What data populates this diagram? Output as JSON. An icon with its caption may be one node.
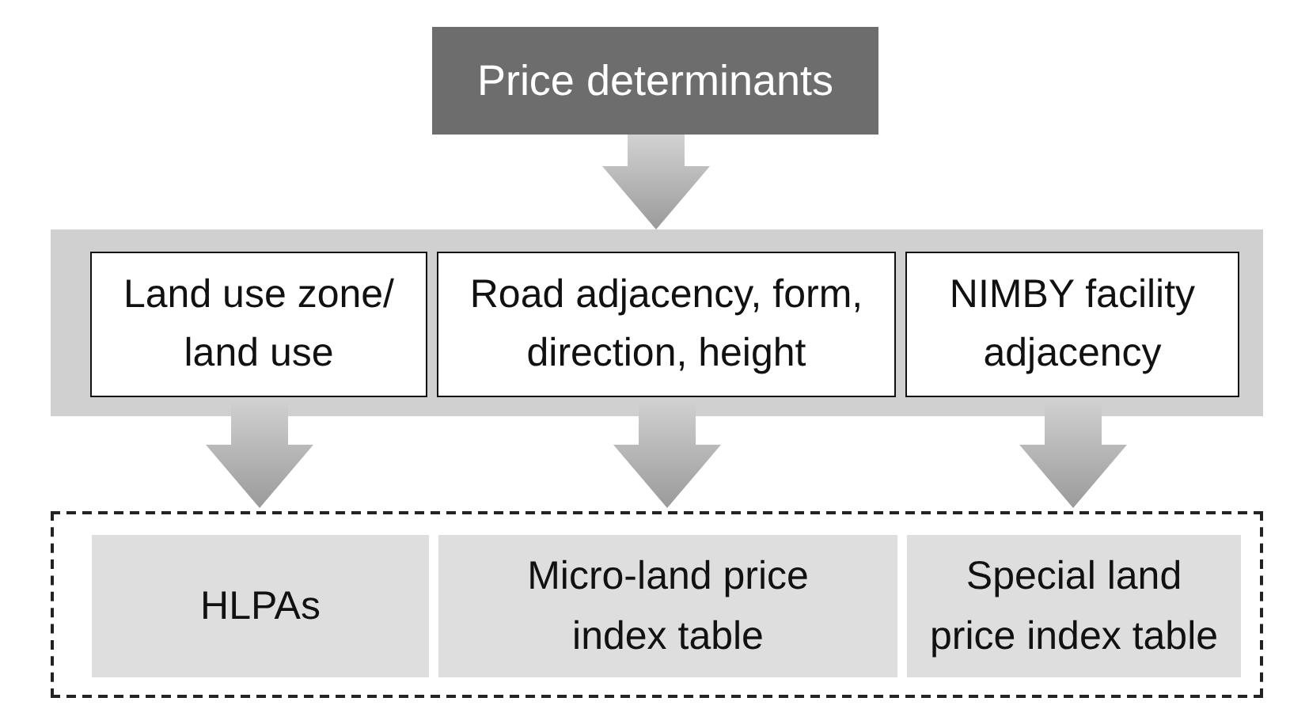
{
  "diagram": {
    "nodes": [
      {
        "text": [
          "Price determinants"
        ]
      },
      {
        "text": [],
        "shape": "box"
      },
      {
        "text": [
          "Land use zone/ land use"
        ],
        "in": 1
      },
      {
        "text": [
          "Road adjacency, form, direction, height"
        ],
        "in": 1
      },
      {
        "text": [
          "NIMBY facility adjacency"
        ],
        "in": 1
      },
      {
        "text": [],
        "shape": "box"
      },
      {
        "text": [
          "HLPAs"
        ],
        "in": 5
      },
      {
        "text": [
          "Micro-land price index table"
        ],
        "in": 5
      },
      {
        "text": [
          "Special land price index table"
        ],
        "in": 5
      }
    ],
    "edges": [
      {
        "from": 0,
        "to": 1,
        "arrow": "to"
      },
      {
        "from": 2,
        "to": 6,
        "arrow": "to"
      },
      {
        "from": 3,
        "to": 7,
        "arrow": "to"
      },
      {
        "from": 4,
        "to": 8,
        "arrow": "to"
      }
    ]
  }
}
